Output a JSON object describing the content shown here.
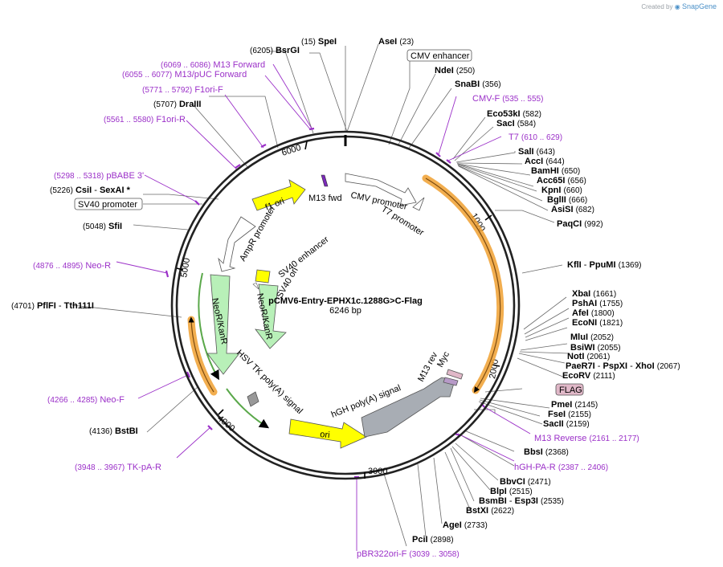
{
  "credit": {
    "prefix": "Created by",
    "brand": "SnapGene"
  },
  "plasmid": {
    "name": "pCMV6-Entry-EPHX1c.1288G>C-Flag",
    "length_label": "6246 bp",
    "length": 6246
  },
  "ticks": [
    "1000",
    "2000",
    "3000",
    "4000",
    "5000",
    "6000"
  ],
  "sites": {
    "spei": {
      "name": "SpeI",
      "pos": "(15)"
    },
    "asei": {
      "name": "AseI",
      "pos": "(23)"
    },
    "bsrgi": {
      "name": "BsrGI",
      "pos": "(6205)"
    },
    "ndei": {
      "name": "NdeI",
      "pos": "(250)"
    },
    "snabi": {
      "name": "SnaBI",
      "pos": "(356)"
    },
    "eco53ki": {
      "name": "Eco53kI",
      "pos": "(582)"
    },
    "saci": {
      "name": "SacI",
      "pos": "(584)"
    },
    "sali": {
      "name": "SalI",
      "pos": "(643)"
    },
    "acci": {
      "name": "AccI",
      "pos": "(644)"
    },
    "bamhi": {
      "name": "BamHI",
      "pos": "(650)"
    },
    "acc65i": {
      "name": "Acc65I",
      "pos": "(656)"
    },
    "kpni": {
      "name": "KpnI",
      "pos": "(660)"
    },
    "bglii": {
      "name": "BglII",
      "pos": "(666)"
    },
    "asisi": {
      "name": "AsiSI",
      "pos": "(682)"
    },
    "paqci": {
      "name": "PaqCI",
      "pos": "(992)"
    },
    "kfli": {
      "name": "KflI",
      "name2": "PpuMI",
      "pos": "(1369)"
    },
    "xbai": {
      "name": "XbaI",
      "pos": "(1661)"
    },
    "pshai": {
      "name": "PshAI",
      "pos": "(1755)"
    },
    "afei": {
      "name": "AfeI",
      "pos": "(1800)"
    },
    "econi": {
      "name": "EcoNI",
      "pos": "(1821)"
    },
    "mlui": {
      "name": "MluI",
      "pos": "(2052)"
    },
    "bsiwi": {
      "name": "BsiWI",
      "pos": "(2055)"
    },
    "noti": {
      "name": "NotI",
      "pos": "(2061)"
    },
    "paer7i": {
      "name": "PaeR7I",
      "name2": "PspXI",
      "name3": "XhoI",
      "pos": "(2067)"
    },
    "ecorv": {
      "name": "EcoRV",
      "pos": "(2111)"
    },
    "pmei": {
      "name": "PmeI",
      "pos": "(2145)"
    },
    "fsei": {
      "name": "FseI",
      "pos": "(2155)"
    },
    "sacii": {
      "name": "SacII",
      "pos": "(2159)"
    },
    "bbsi": {
      "name": "BbsI",
      "pos": "(2368)"
    },
    "bbvci": {
      "name": "BbvCI",
      "pos": "(2471)"
    },
    "blpi": {
      "name": "BlpI",
      "pos": "(2515)"
    },
    "bsmbi": {
      "name": "BsmBI",
      "name2": "Esp3I",
      "pos": "(2535)"
    },
    "bstxi": {
      "name": "BstXI",
      "pos": "(2622)"
    },
    "agei": {
      "name": "AgeI",
      "pos": "(2733)"
    },
    "pcii": {
      "name": "PciI",
      "pos": "(2898)"
    },
    "bstbi": {
      "name": "BstBI",
      "pos": "(4136)"
    },
    "pflfi": {
      "name": "PflFI",
      "name2": "Tth111I",
      "pos": "(4701)"
    },
    "sfii": {
      "name": "SfiI",
      "pos": "(5048)"
    },
    "csii": {
      "name": "CsiI",
      "name2": "SexAI",
      "star": "*",
      "pos": "(5226)"
    },
    "draiii": {
      "name": "DraIII",
      "pos": "(5707)"
    }
  },
  "primers": {
    "m13fwd": {
      "range": "(6069 .. 6086)",
      "name": "M13 Forward"
    },
    "m13puc": {
      "range": "(6055 .. 6077)",
      "name": "M13/pUC Forward"
    },
    "f1orif": {
      "range": "(5771 .. 5792)",
      "name": "F1ori-F"
    },
    "f1orir": {
      "range": "(5561 .. 5580)",
      "name": "F1ori-R"
    },
    "pbabe": {
      "range": "(5298 .. 5318)",
      "name": "pBABE 3'"
    },
    "neor": {
      "range": "(4876 .. 4895)",
      "name": "Neo-R"
    },
    "neof": {
      "range": "(4266 .. 4285)",
      "name": "Neo-F"
    },
    "tkpar": {
      "range": "(3948 .. 3967)",
      "name": "TK-pA-R"
    },
    "cmvf": {
      "name": "CMV-F",
      "range": "(535 .. 555)"
    },
    "t7": {
      "name": "T7",
      "range": "(610 .. 629)"
    },
    "m13rev": {
      "name": "M13 Reverse",
      "range": "(2161 .. 2177)"
    },
    "hghpar": {
      "name": "hGH-PA-R",
      "range": "(2387 .. 2406)"
    },
    "pbr322": {
      "name": "pBR322ori-F",
      "range": "(3039 .. 3058)"
    }
  },
  "boxed": {
    "cmv_enh": "CMV enhancer",
    "sv40_prom": "SV40 promoter",
    "flag": "FLAG"
  },
  "features": {
    "f1ori": "f1 ori",
    "m13fwd": "M13 fwd",
    "cmvprom": "CMV promoter",
    "t7prom": "T7 promoter",
    "ampr": "AmpR promoter",
    "sv40enh": "SV40 enhancer",
    "sv40ori": "SV40 ori",
    "neokan1": "NeoR/KanR",
    "neokan2": "NeoR/KanR",
    "hsvtk": "HSV TK poly(A) signal",
    "ori": "ori",
    "hgh": "hGH poly(A) signal",
    "m13rev": "M13 rev",
    "myc": "Myc"
  },
  "colors": {
    "backbone": "#222222",
    "primer": "#9b30c8",
    "orf_orange": "#f0a030",
    "ori_yellow": "#ffff00",
    "neokan_green": "#b8f0b8",
    "hgh_gray": "#a8adb4",
    "flag_pink": "#e0b8c8"
  }
}
